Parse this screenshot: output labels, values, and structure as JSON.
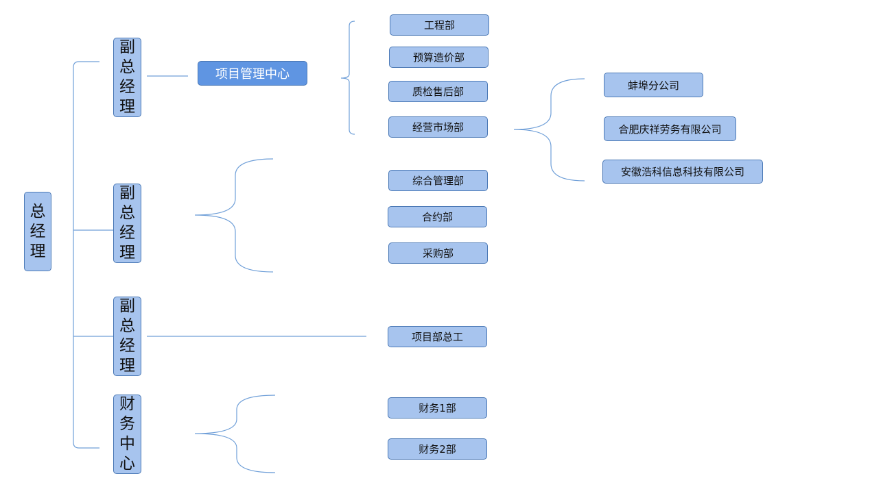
{
  "root": {
    "label": "总经理"
  },
  "branches": {
    "vp1": {
      "label": "副总经理"
    },
    "vp2": {
      "label": "副总经理"
    },
    "vp3": {
      "label": "副总经理"
    },
    "finance": {
      "label": "财务中心"
    }
  },
  "center": {
    "label": "项目管理中心"
  },
  "departments": {
    "engineering": "工程部",
    "budget": "预算造价部",
    "quality": "质检售后部",
    "marketing": "经营市场部",
    "general": "综合管理部",
    "contract": "合约部",
    "purchasing": "采购部",
    "chief_engineer": "项目部总工",
    "finance1": "财务1部",
    "finance2": "财务2部"
  },
  "subsidiaries": {
    "bengbu": "蚌埠分公司",
    "hefei": "合肥庆祥劳务有限公司",
    "anhui": "安徽浩科信息科技有限公司"
  },
  "colors": {
    "node_fill": "#a7c4ee",
    "node_dark": "#5f95e2",
    "border": "#4a78b5",
    "line": "#6f9fd8"
  }
}
